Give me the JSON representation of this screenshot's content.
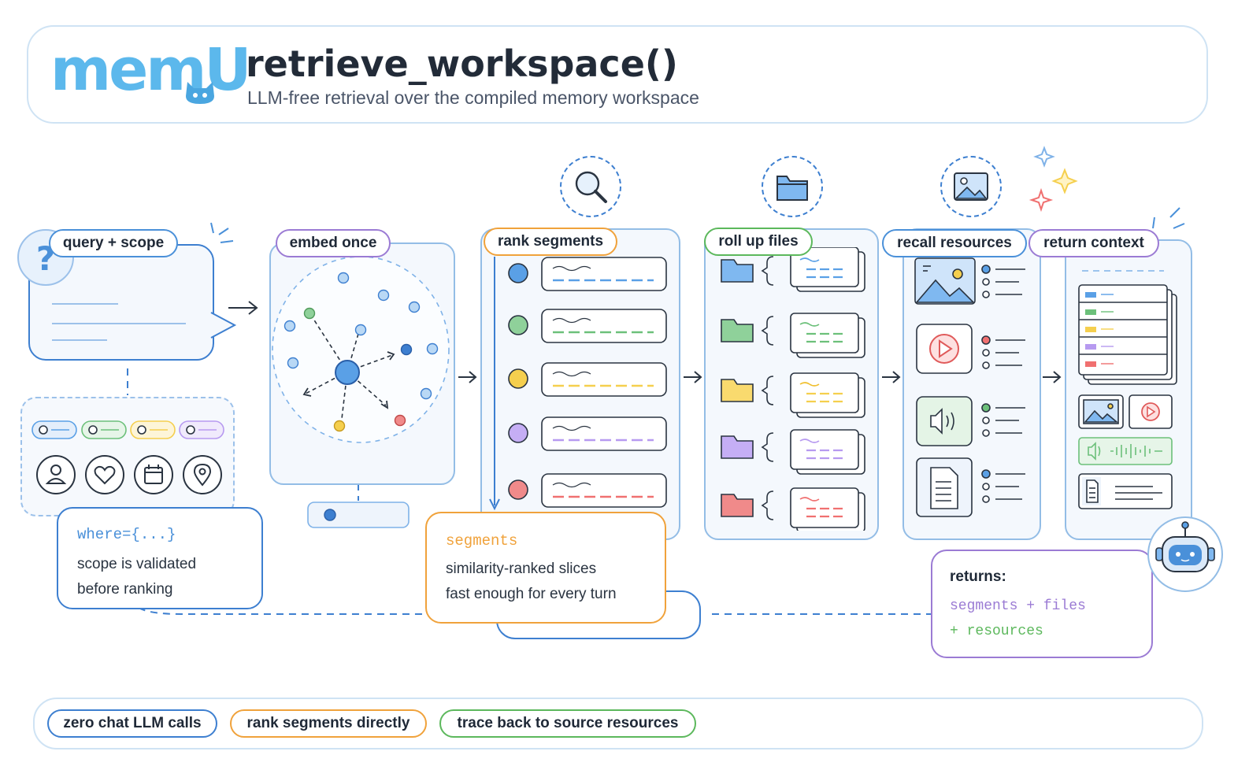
{
  "header": {
    "logo_text": "memU",
    "title": "retrieve_workspace()",
    "subtitle": "LLM-free retrieval over the compiled memory workspace"
  },
  "steps": [
    {
      "label": "query + scope",
      "color": "#4a90d9"
    },
    {
      "label": "embed once",
      "color": "#9b7bd4"
    },
    {
      "label": "rank segments",
      "color": "#f0a23b"
    },
    {
      "label": "roll up files",
      "color": "#5cb85c"
    },
    {
      "label": "recall resources",
      "color": "#4a90d9"
    },
    {
      "label": "return context",
      "color": "#9b7bd4"
    }
  ],
  "callouts": {
    "scope": {
      "code": "where={...}",
      "line1": "scope is validated",
      "line2": "before ranking"
    },
    "segments": {
      "code": "segments",
      "line1": "similarity-ranked slices",
      "line2": "fast enough for every turn"
    },
    "returns": {
      "heading": "returns:",
      "code1": "segments + files",
      "code2": "+ resources"
    }
  },
  "footer_tags": [
    {
      "label": "zero chat LLM calls",
      "color": "#3d7fd0"
    },
    {
      "label": "rank segments directly",
      "color": "#f0a23b"
    },
    {
      "label": "trace back to source resources",
      "color": "#5cb85c"
    }
  ],
  "icons": [
    "question-icon",
    "search-icon",
    "folder-icon",
    "image-icon",
    "robot-icon",
    "person-icon",
    "heart-icon",
    "calendar-icon",
    "location-icon",
    "play-icon",
    "speaker-icon",
    "document-icon",
    "sparkle-icon"
  ],
  "palette": {
    "blue": "#5aa0e6",
    "green": "#6cc07a",
    "yellow": "#f5cf4e",
    "purple": "#b79af0",
    "red": "#f07070"
  }
}
